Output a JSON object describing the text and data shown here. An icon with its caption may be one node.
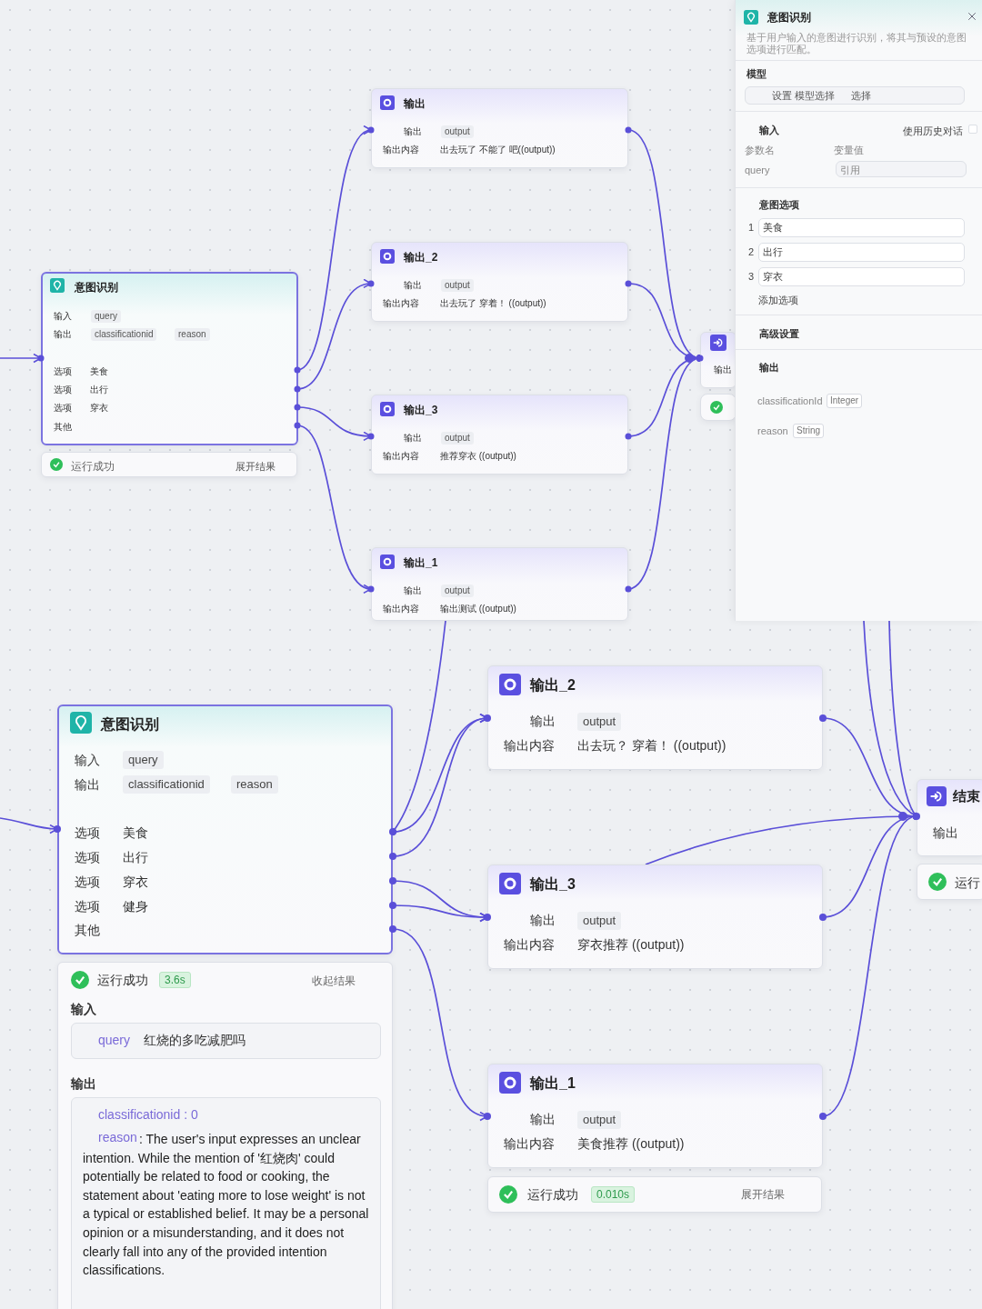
{
  "diagram": {
    "nodes": [
      {
        "text": [
          "意图识别",
          "输入",
          "query",
          "输出",
          "classificationid",
          "reason",
          "选项",
          "美食",
          "选项",
          "出行",
          "选项",
          "穿衣",
          "其他"
        ]
      },
      {
        "text": [
          "运行成功",
          "展开结果"
        ]
      },
      {
        "text": [
          "输出",
          "输出",
          "output",
          "输出内容",
          "出去玩了 不能了 吧((output))"
        ]
      },
      {
        "text": [
          "输出_2",
          "输出",
          "output",
          "输出内容",
          "出去玩了 穿着！ ((output))"
        ]
      },
      {
        "text": [
          "输出_3",
          "输出",
          "output",
          "输出内容",
          "推荐穿衣 ((output))"
        ]
      },
      {
        "text": [
          "输出_1",
          "输出",
          "output",
          "输出内容",
          "输出测试 ((output))"
        ]
      },
      {
        "text": [
          "输出"
        ]
      },
      {
        "text": [],
        "shape": "box"
      },
      {
        "text": [
          "意图识别",
          "基于用户输入的意图进行识别，将其与预设的意图选项进行匹配。",
          "模型",
          "设置 模型选择",
          "选择",
          "输入",
          "使用历史对话",
          "参数名",
          "变量值",
          "query",
          "引用",
          "意图选项",
          "1",
          "美食",
          "2",
          "出行",
          "3",
          "穿衣",
          "添加选项",
          "高级设置",
          "输出",
          "classificationId",
          "Integer",
          "reason",
          "String"
        ]
      },
      {
        "text": [
          "意图识别",
          "输入",
          "query",
          "输出",
          "classificationid",
          "reason",
          "选项",
          "美食",
          "选项",
          "出行",
          "选项",
          "穿衣",
          "选项",
          "健身",
          "其他"
        ]
      },
      {
        "text": [
          "运行成功",
          "3.6s",
          "收起结果",
          "输入",
          "query",
          "红烧的多吃减肥吗",
          "输出",
          "classificationid : 0",
          "reason",
          ": The user's input expresses an unclear intention. While the mention of '红烧肉' could potentially be related to food or cooking, the statement about 'eating more to lose weight' is not a typical or established belief. It may be a personal opinion or a misunderstanding, and it does not clearly fall into any of the provided intention classifications."
        ]
      },
      {
        "text": [
          "输出_2",
          "输出",
          "output",
          "输出内容",
          "出去玩？ 穿着！ ((output))"
        ]
      },
      {
        "text": [
          "输出_3",
          "输出",
          "output",
          "输出内容",
          "穿衣推荐 ((output))"
        ]
      },
      {
        "text": [
          "输出_1",
          "输出",
          "output",
          "输出内容",
          "美食推荐 ((output))"
        ]
      },
      {
        "text": [
          "运行成功",
          "0.010s",
          "展开结果"
        ]
      },
      {
        "text": [
          "结束",
          "输出"
        ]
      },
      {
        "text": [
          "运行"
        ]
      }
    ],
    "edges": [
      {
        "from": null,
        "to": 0,
        "arrow": "to"
      },
      {
        "from": 0,
        "to": 2,
        "arrow": "to"
      },
      {
        "from": 0,
        "to": 3,
        "arrow": "to"
      },
      {
        "from": 0,
        "to": 4,
        "arrow": "to"
      },
      {
        "from": 0,
        "to": 5,
        "arrow": "to"
      },
      {
        "from": 2,
        "to": 6,
        "arrow": "other"
      },
      {
        "from": 3,
        "to": 6,
        "arrow": "other"
      },
      {
        "from": 4,
        "to": 6,
        "arrow": "other"
      },
      {
        "from": 5,
        "to": 6,
        "arrow": "other"
      },
      {
        "from": 5,
        "to": 9,
        "arrow": "other"
      },
      {
        "from": null,
        "to": 9,
        "arrow": "to"
      },
      {
        "from": 9,
        "to": 11,
        "arrow": "to"
      },
      {
        "from": 9,
        "to": 11,
        "arrow": "to"
      },
      {
        "from": 9,
        "to": 12,
        "arrow": "to"
      },
      {
        "from": 9,
        "to": 12,
        "arrow": "to"
      },
      {
        "from": 9,
        "to": 13,
        "arrow": "to"
      },
      {
        "from": 11,
        "to": 15,
        "arrow": "other"
      },
      {
        "from": 12,
        "to": 15,
        "arrow": "other"
      },
      {
        "from": 12,
        "to": 15,
        "arrow": "other"
      },
      {
        "from": 13,
        "to": 15,
        "arrow": "other"
      },
      {
        "from": 8,
        "to": 15,
        "arrow": "other"
      },
      {
        "from": 8,
        "to": 15,
        "arrow": "other"
      }
    ]
  }
}
